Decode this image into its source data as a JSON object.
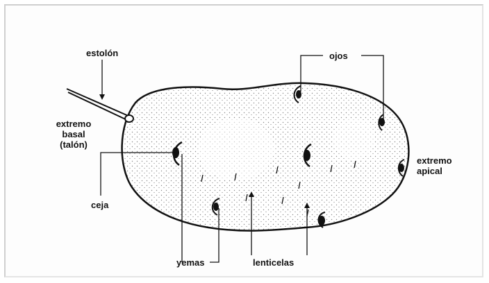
{
  "labels": {
    "estolon": "estolón",
    "ojos": "ojos",
    "extremo_basal": [
      "extremo",
      "basal",
      "(talón)"
    ],
    "extremo_apical": [
      "extremo",
      "apical"
    ],
    "ceja": "ceja",
    "yemas": "yemas",
    "lenticelas": "lenticelas"
  },
  "colors": {
    "ink": "#111111",
    "frame": "#cfcfcf"
  }
}
